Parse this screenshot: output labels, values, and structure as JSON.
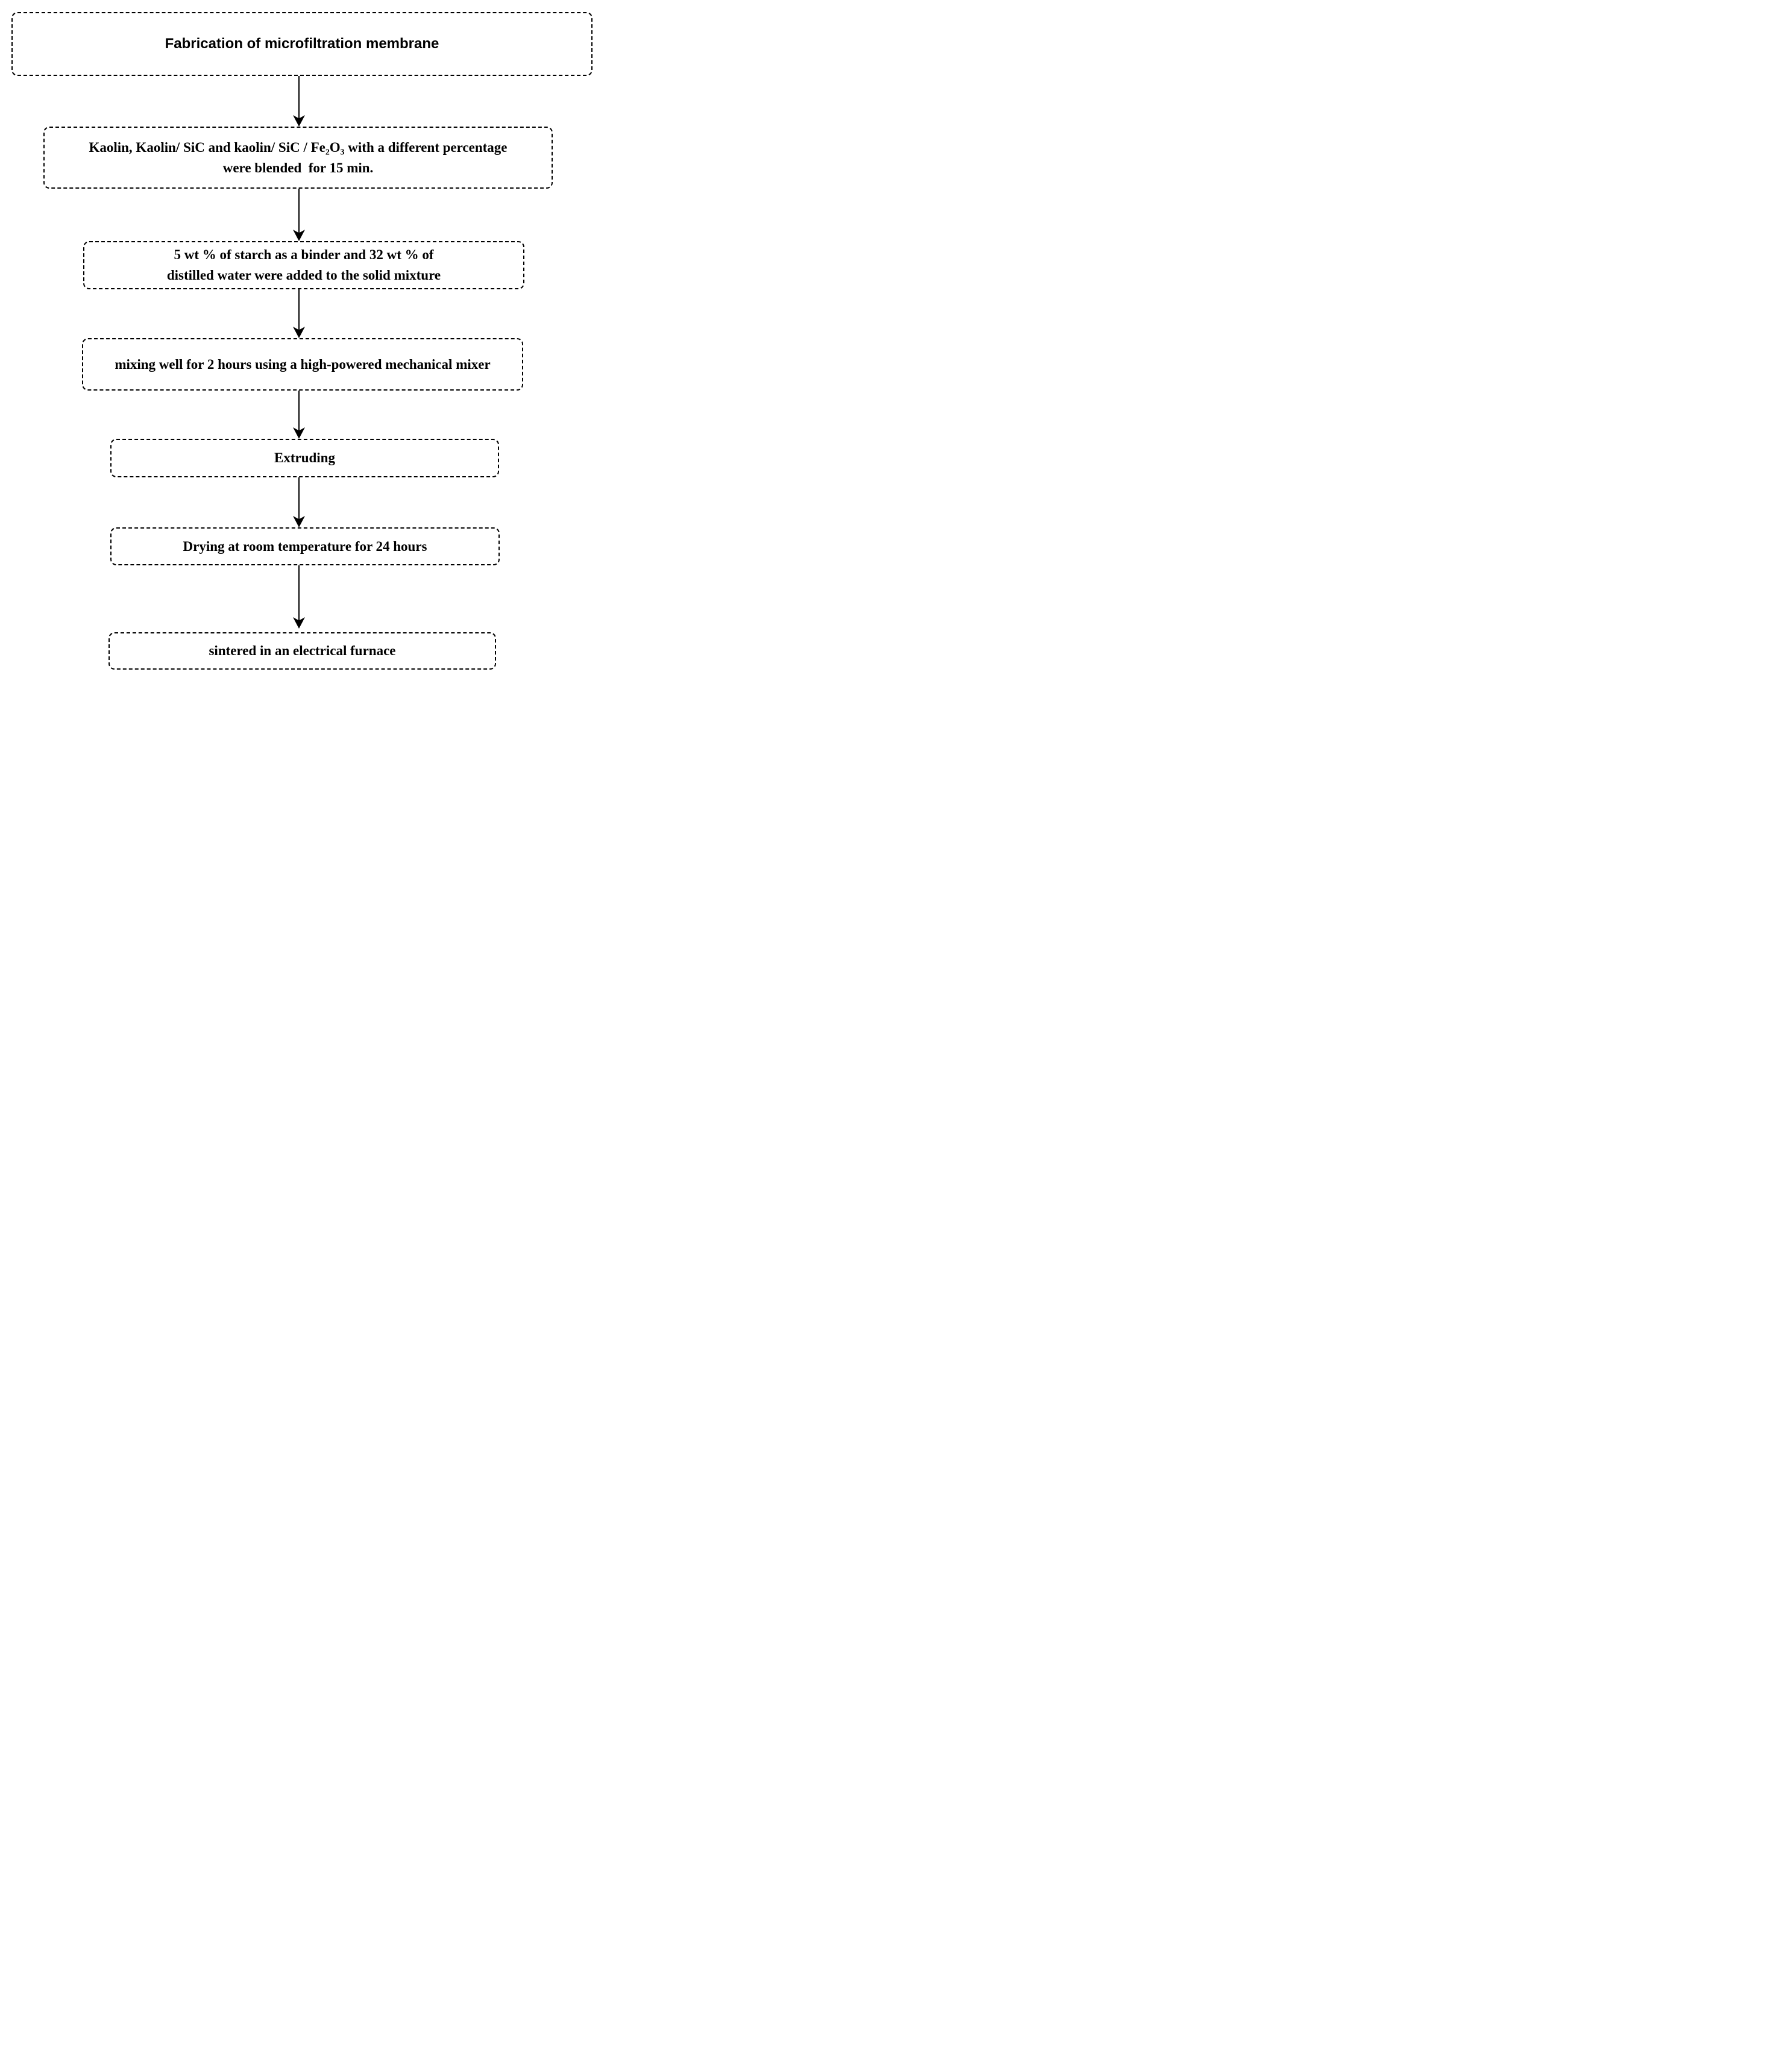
{
  "diagram": {
    "type": "flowchart",
    "direction": "top-down",
    "colors": {
      "stroke": "#000000",
      "text": "#000000",
      "background": "#ffffff"
    },
    "title_box": {
      "text": "Fabrication of microfiltration membrane"
    },
    "steps": [
      {
        "name": "blending",
        "lines": [
          "Kaolin, Kaolin/ SiC and kaolin/ SiC / Fe₂O₃ with a different percentage",
          "were blended  for 15 min."
        ]
      },
      {
        "name": "binder-addition",
        "lines": [
          "5 wt % of starch as a binder and 32 wt % of",
          "distilled water were added to the solid mixture"
        ]
      },
      {
        "name": "mixing",
        "lines": [
          "mixing well for 2 hours using a high-powered mechanical mixer"
        ]
      },
      {
        "name": "extruding",
        "lines": [
          "Extruding"
        ]
      },
      {
        "name": "drying",
        "lines": [
          "Drying at room temperature for 24 hours"
        ]
      },
      {
        "name": "sintering",
        "lines": [
          "sintered in an electrical furnace"
        ]
      }
    ]
  }
}
